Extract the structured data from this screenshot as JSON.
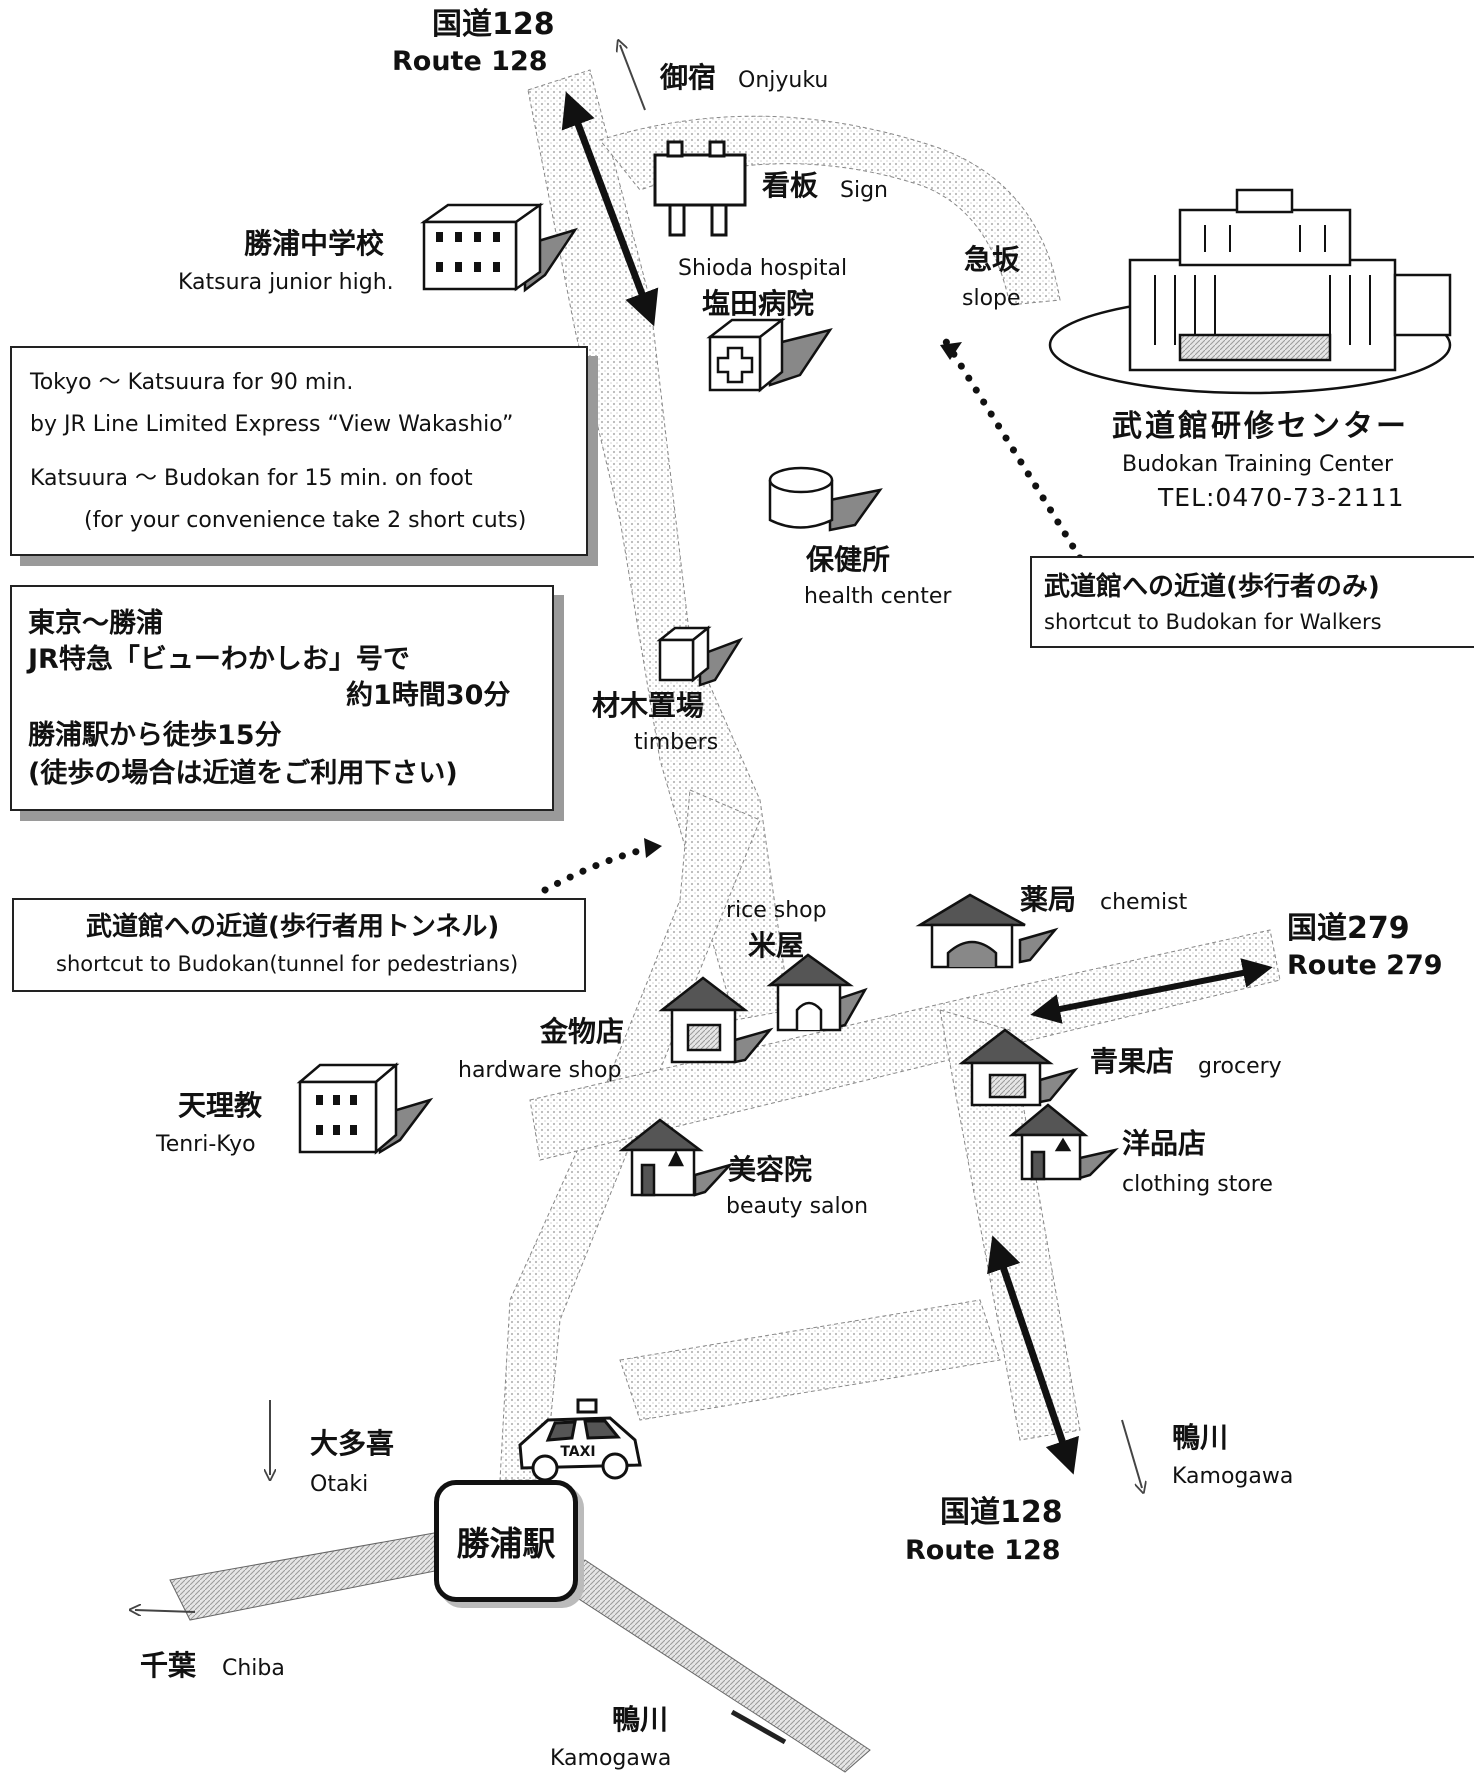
{
  "routes": {
    "north": {
      "jp": "国道128",
      "en": "Route  128"
    },
    "east": {
      "jp": "国道279",
      "en": "Route  279"
    },
    "south": {
      "jp": "国道128",
      "en": "Route  128"
    }
  },
  "directions": {
    "onjyuku": {
      "jp": "御宿",
      "en": "Onjyuku"
    },
    "otaki": {
      "jp": "大多喜",
      "en": "Otaki"
    },
    "chiba": {
      "jp": "千葉",
      "en": "Chiba"
    },
    "kamogawa_east": {
      "jp": "鴨川",
      "en": "Kamogawa"
    },
    "kamogawa_south": {
      "jp": "鴨川",
      "en": "Kamogawa"
    }
  },
  "landmarks": {
    "sign": {
      "jp": "看板",
      "en": "Sign"
    },
    "junior_high": {
      "jp": "勝浦中学校",
      "en": "Katsura junior high."
    },
    "hospital": {
      "jp": "塩田病院",
      "en": "Shioda hospital"
    },
    "slope": {
      "jp": "急坂",
      "en": "slope"
    },
    "health_center": {
      "jp": "保健所",
      "en": "health center"
    },
    "timbers": {
      "jp": "材木置場",
      "en": "timbers"
    },
    "rice_shop": {
      "jp": "米屋",
      "en": "rice shop"
    },
    "chemist": {
      "jp": "薬局",
      "en": "chemist"
    },
    "hardware": {
      "jp": "金物店",
      "en": "hardware  shop"
    },
    "grocery": {
      "jp": "青果店",
      "en": "grocery"
    },
    "tenrikyo": {
      "jp": "天理教",
      "en": "Tenri-Kyo"
    },
    "beauty_salon": {
      "jp": "美容院",
      "en": "beauty salon"
    },
    "clothing": {
      "jp": "洋品店",
      "en": "clothing store"
    }
  },
  "budokan": {
    "jp": "武道館研修センター",
    "en": "Budokan Training Center",
    "tel": "TEL:0470-73-2111"
  },
  "info_en": {
    "line1": "Tokyo  ～  Katsuura for 90 min.",
    "line2": "by JR Line Limited Express “View Wakashio”",
    "line3": "Katsuura  ～  Budokan for 15 min. on foot",
    "line4": "(for your convenience take 2 short cuts)"
  },
  "info_jp": {
    "line1": "東京～勝浦",
    "line2": "JR特急「ビューわかしお」号で",
    "line3": "約1時間30分",
    "line4": "勝浦駅から徒歩15分",
    "line5": "(徒歩の場合は近道をご利用下さい)"
  },
  "shortcut_walkers": {
    "jp": "武道館への近道(歩行者のみ)",
    "en": "shortcut to Budokan for Walkers"
  },
  "shortcut_tunnel": {
    "jp": "武道館への近道(歩行者用トンネル)",
    "en": "shortcut to Budokan(tunnel for pedestrians)"
  },
  "station": {
    "jp": "勝浦駅"
  },
  "taxi": {
    "label": "TAXI"
  },
  "colors": {
    "ink": "#111111",
    "road": "#c8c8c8",
    "shadow": "#9a9a9a"
  }
}
